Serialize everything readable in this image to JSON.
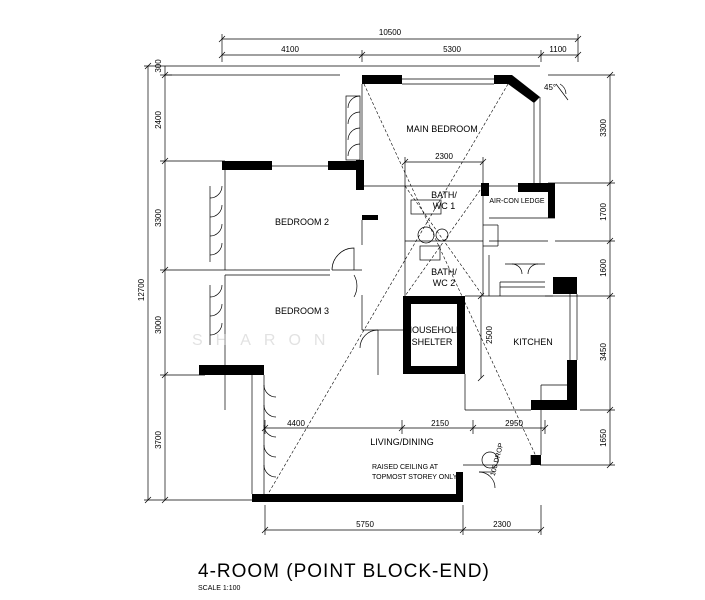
{
  "plan": {
    "title": "4-ROOM (POINT BLOCK-END)",
    "scale": "SCALE 1:100",
    "watermark": "SHARON",
    "angle_label": "45°",
    "rooms": {
      "main_bedroom": "MAIN BEDROOM",
      "bedroom2": "BEDROOM 2",
      "bedroom3": "BEDROOM 3",
      "bath1_line1": "BATH/",
      "bath1_line2": "WC 1",
      "bath2_line1": "BATH/",
      "bath2_line2": "WC 2",
      "aircon_ledge": "AIR-CON LEDGE",
      "shelter_line1": "HOUSEHOLD",
      "shelter_line2": "SHELTER",
      "kitchen": "KITCHEN",
      "living_dining": "LIVING/DINING",
      "ceiling_line1": "RAISED CEILING AT",
      "ceiling_line2": "TOPMOST STOREY ONLY",
      "refuse_chute": "100 DROP"
    },
    "dimensions": {
      "top_total": "10500",
      "top_1": "4100",
      "top_2": "5300",
      "top_3": "1100",
      "left_total": "12700",
      "left_1": "300",
      "left_2": "2400",
      "left_3": "3300",
      "left_4": "3000",
      "left_5": "3700",
      "right_1": "3300",
      "right_2": "1700",
      "right_3": "1600",
      "right_4": "3450",
      "right_5": "1650",
      "inner_2300": "2300",
      "inner_2500": "2500",
      "mid_1": "4400",
      "mid_2": "2150",
      "mid_3": "2950",
      "bottom_1": "5750",
      "bottom_2": "2300"
    }
  }
}
